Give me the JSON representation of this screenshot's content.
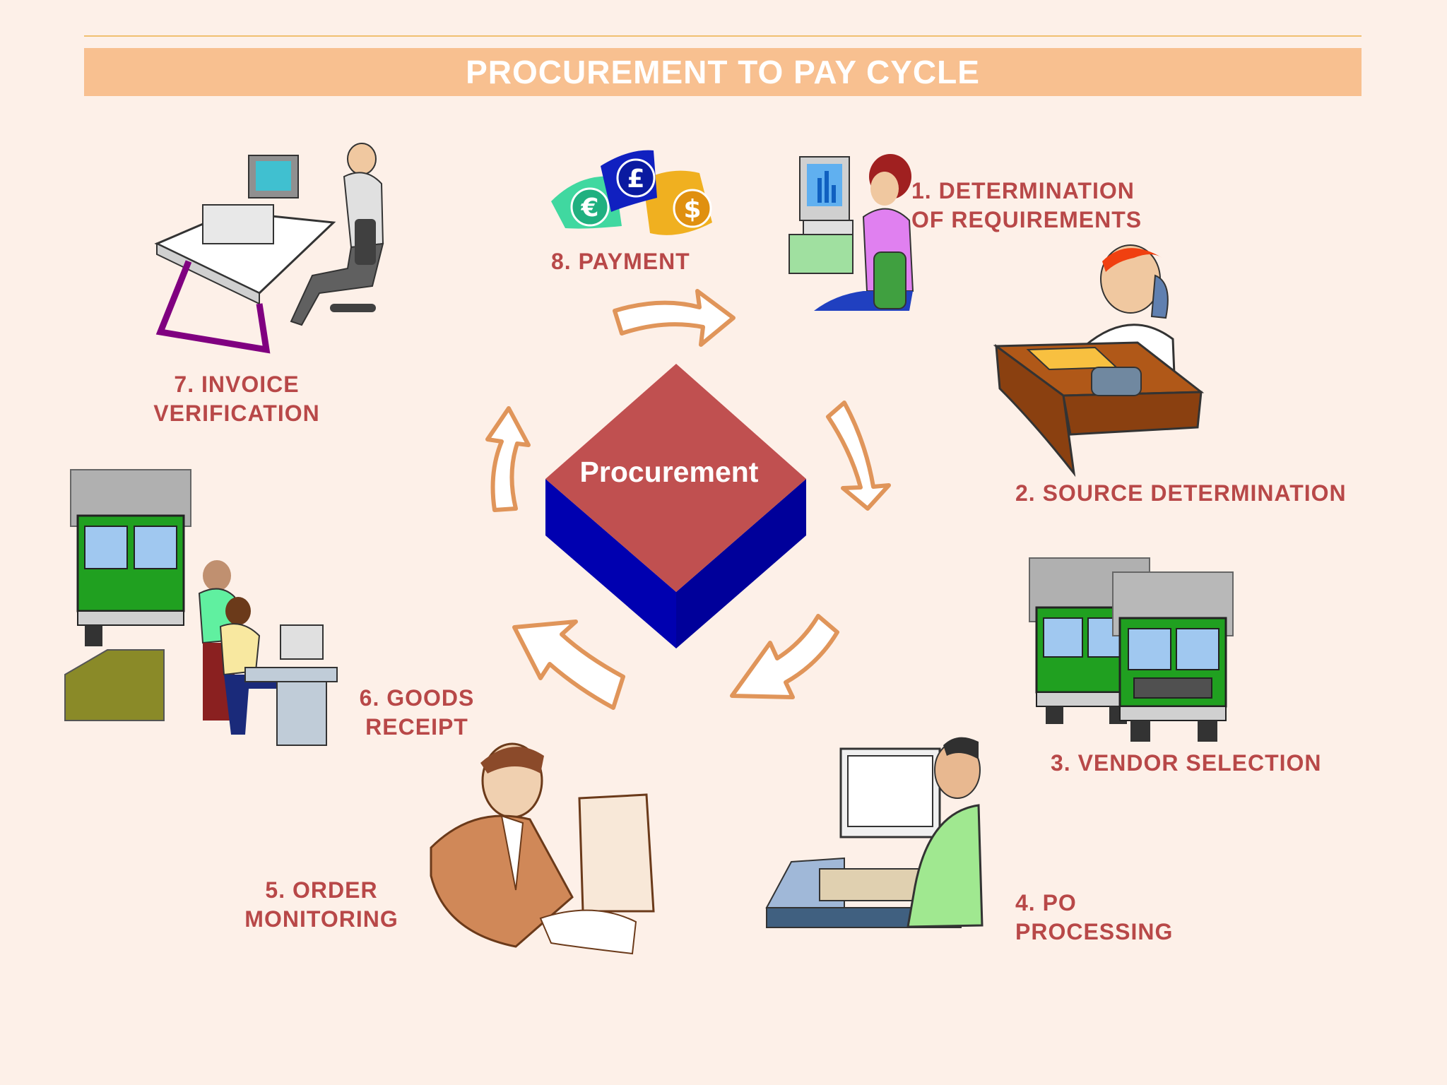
{
  "header": {
    "title": "PROCUREMENT TO PAY CYCLE"
  },
  "center": {
    "label": "Procurement"
  },
  "steps": [
    {
      "label": "1. DETERMINATION\nOF REQUIREMENTS",
      "icon": "woman-at-computer-icon"
    },
    {
      "label": "2. SOURCE DETERMINATION",
      "icon": "man-on-phone-at-desk-icon"
    },
    {
      "label": "3. VENDOR SELECTION",
      "icon": "two-green-trucks-icon"
    },
    {
      "label": "4. PO\nPROCESSING",
      "icon": "man-at-computer-icon"
    },
    {
      "label": "5. ORDER\nMONITORING",
      "icon": "businessman-at-computer-icon"
    },
    {
      "label": "6. GOODS\nRECEIPT",
      "icon": "truck-and-workers-icon"
    },
    {
      "label": "7. INVOICE\nVERIFICATION",
      "icon": "man-at-workstation-icon"
    },
    {
      "label": "8. PAYMENT",
      "icon": "currency-coins-icon"
    }
  ],
  "currency": {
    "euro": "€",
    "pound": "£",
    "dollar": "$"
  },
  "colors": {
    "label": "#b84848",
    "banner": "#f8c090",
    "diamond_top": "#c05050",
    "diamond_side": "#0000b0",
    "arrow_stroke": "#e0955a"
  }
}
